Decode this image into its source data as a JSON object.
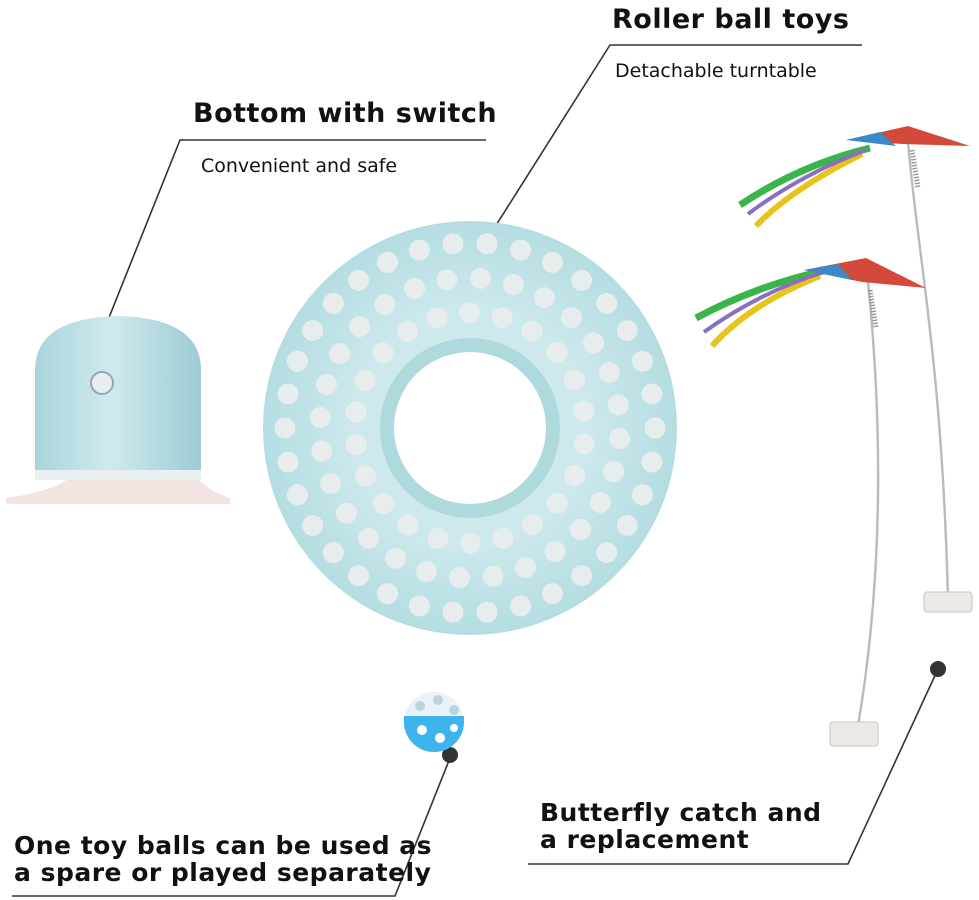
{
  "callouts": {
    "roller": {
      "title": "Roller ball toys",
      "subtitle": "Detachable turntable"
    },
    "bottom": {
      "title": "Bottom with switch",
      "subtitle": "Convenient and safe"
    },
    "ball": {
      "line1": "One toy balls can be used as",
      "line2": "a spare or played separately"
    },
    "butterfly": {
      "line1": "Butterfly catch and",
      "line2": "a replacement"
    }
  },
  "colors": {
    "turntable": "#bfe3e6",
    "base_cap": "#c2e2e8",
    "base_rim": "#f3e4e2",
    "ball_blue": "#3fb4ec",
    "leader_line": "#333333"
  }
}
